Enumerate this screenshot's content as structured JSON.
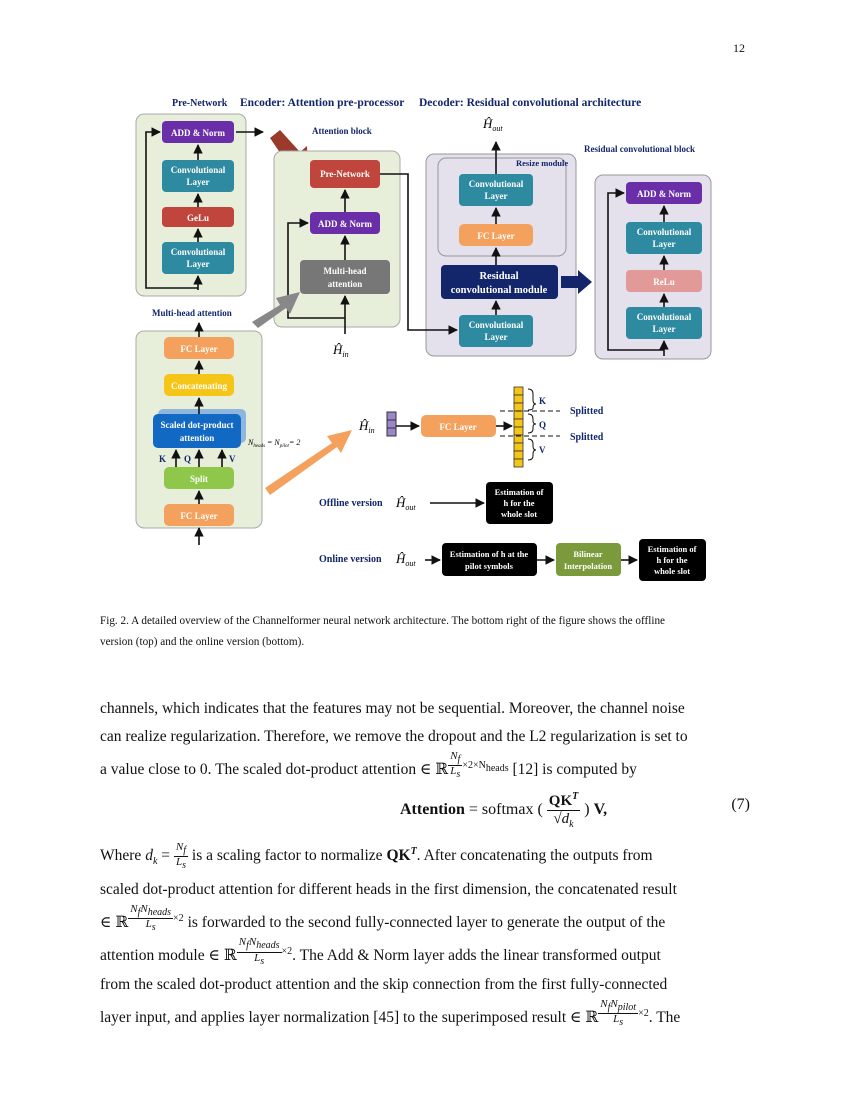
{
  "page_number": "12",
  "figure": {
    "headers": {
      "pre_network": "Pre-Network",
      "encoder": "Encoder: Attention pre-processor",
      "decoder": "Decoder: Residual convolutional architecture"
    },
    "pre_network": {
      "add_norm": "ADD & Norm",
      "conv_line1": "Convolutional",
      "conv_line2": "Layer",
      "gelu": "GeLu"
    },
    "attention_block": {
      "title": "Attention block",
      "pre_network": "Pre-Network",
      "add_norm": "ADD & Norm",
      "mha_line1": "Multi-head",
      "mha_line2": "attention",
      "h_in": "Ĥ",
      "h_in_sub": "in"
    },
    "multihead": {
      "title": "Multi-head attention",
      "fc_top": "FC Layer",
      "concatenating": "Concatenating",
      "sdpa_line1": "Scaled dot-product",
      "sdpa_line2": "attention",
      "nheads": "N",
      "nheads_sub": "heads",
      "npilot": "N",
      "npilot_sub": "pilot",
      "nheads_val": "= 2",
      "k": "K",
      "q": "Q",
      "v": "V",
      "split": "Split",
      "fc_bottom": "FC Layer"
    },
    "resize": {
      "title": "Resize module",
      "conv_line1": "Convolutional",
      "conv_line2": "Layer",
      "fc": "FC Layer",
      "h_out": "Ĥ",
      "h_out_sub": "out"
    },
    "residual_module": {
      "line1": "Residual",
      "line2": "convolutional module",
      "conv_line1": "Convolutional",
      "conv_line2": "Layer"
    },
    "residual_block": {
      "title": "Residual convolutional block",
      "add_norm": "ADD & Norm",
      "conv_line1": "Convolutional",
      "conv_line2": "Layer",
      "relu": "ReLu"
    },
    "split_detail": {
      "h_in": "Ĥ",
      "h_in_sub": "in",
      "fc": "FC Layer",
      "k": "K",
      "q": "Q",
      "v": "V",
      "splitted1": "Splitted",
      "splitted2": "Splitted"
    },
    "offline": {
      "label": "Offline version",
      "h_out": "Ĥ",
      "h_out_sub": "out",
      "est_line1": "Estimation of",
      "est_line2": "h for the",
      "est_line3": "whole slot"
    },
    "online": {
      "label": "Online version",
      "h_out": "Ĥ",
      "h_out_sub": "out",
      "est_pilot_line1": "Estimation of h at the",
      "est_pilot_line2": "pilot symbols",
      "bilinear_line1": "Bilinear",
      "bilinear_line2": "Interpolation",
      "est_line1": "Estimation of",
      "est_line2": "h for the",
      "est_line3": "whole slot"
    },
    "colors": {
      "purple": "#6a2fa8",
      "teal": "#2e8aa0",
      "red": "#c0463d",
      "orange": "#f4a15d",
      "yellow": "#f5c518",
      "blue": "#1269c4",
      "green": "#8fc74a",
      "gray": "#777777",
      "navy": "#13266b",
      "pink": "#e19a97",
      "olive": "#7a9a3b",
      "panel_green": "#e7efdb",
      "panel_purple": "#e4e0ec",
      "arrow_red": "#993a2a"
    }
  },
  "caption": {
    "line1": "Fig. 2.  A detailed overview of the Channelformer neural network architecture. The bottom right of the figure shows the offline",
    "line2": "version (top) and the online version (bottom)."
  },
  "body": {
    "p1_l1": "channels, which indicates that the features may not be sequential. Moreover, the channel noise",
    "p1_l2": "can realize regularization. Therefore, we remove the dropout and the L2 regularization is set to",
    "p1_l3a": "a value close to 0. The scaled dot-product attention ∈ ℝ",
    "p1_l3_exp_num": "N",
    "p1_l3_exp_num_sub": "f",
    "p1_l3_exp_den": "L",
    "p1_l3_exp_den_sub": "s",
    "p1_l3_exp_tail": "×2×N",
    "p1_l3_exp_tail_sub": "heads",
    "p1_l3b": " [12] is computed by",
    "eq_lhs": "Attention",
    "eq_mid": " = softmax",
    "eq_num": "QK",
    "eq_num_sup": "T",
    "eq_den": "√d",
    "eq_den_sub": "k",
    "eq_rhs": "V,",
    "eq_no": "(7)",
    "p2_l1a": "Where ",
    "p2_l1_dk": "d",
    "p2_l1_dk_sub": "k",
    "p2_l1_eq": " = ",
    "p2_l1_num": "N",
    "p2_l1_num_sub": "f",
    "p2_l1_den": "L",
    "p2_l1_den_sub": "s",
    "p2_l1b": " is a scaling factor to normalize ",
    "p2_l1_qk": "QK",
    "p2_l1_qk_sup": "T",
    "p2_l1c": ". After concatenating the outputs from",
    "p2_l2": "scaled dot-product attention for different heads in the first dimension, the concatenated result",
    "p2_l3a": "∈ ℝ",
    "p2_l3_num": "N",
    "p2_l3_num_sub": "f",
    "p2_l3_num_n": "N",
    "p2_l3_num_n_sub": "heads",
    "p2_l3_den": "L",
    "p2_l3_den_sub": "s",
    "p2_l3_tail": "×2",
    "p2_l3b": " is forwarded to the second fully-connected layer to generate the output of the",
    "p2_l4a": "attention module ∈ ℝ",
    "p2_l4_num": "N",
    "p2_l4_num_sub": "f",
    "p2_l4_num_n": "N",
    "p2_l4_num_n_sub": "heads",
    "p2_l4_den": "L",
    "p2_l4_den_sub": "s",
    "p2_l4_tail": "×2",
    "p2_l4b": ". The Add & Norm layer adds the linear transformed output",
    "p2_l5": "from the scaled dot-product attention and the skip connection from the first fully-connected",
    "p2_l6a": "layer input, and applies layer normalization [45] to the superimposed result ∈ ℝ",
    "p2_l6_num": "N",
    "p2_l6_num_sub": "f",
    "p2_l6_num_n": "N",
    "p2_l6_num_n_sub": "pilot",
    "p2_l6_den": "L",
    "p2_l6_den_sub": "s",
    "p2_l6_tail": "×2",
    "p2_l6b": ". The"
  }
}
